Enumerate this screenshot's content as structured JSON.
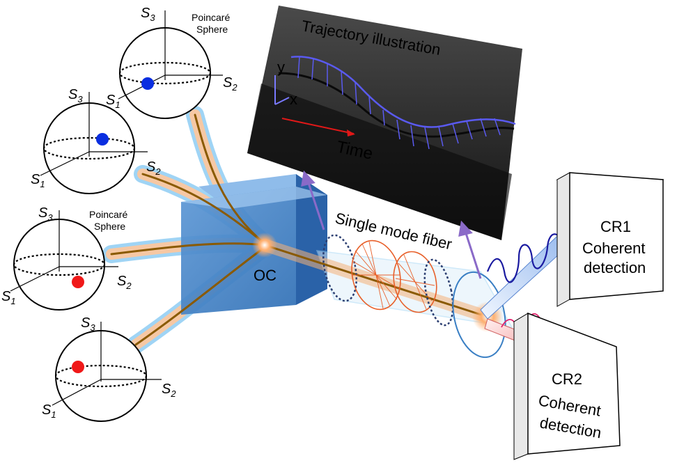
{
  "poincare_labels": [
    "Poincaré",
    "Sphere"
  ],
  "axis_labels": {
    "s": "S",
    "one": "1",
    "two": "2",
    "three": "3"
  },
  "coupler_label": "OC",
  "fiber_label": "Single mode fiber",
  "trajectory": {
    "title": "Trajectory illustration",
    "y_label": "y",
    "x_label": "x",
    "time_label": "Time"
  },
  "receivers": [
    {
      "name": "CR1",
      "color": "#1a1aff",
      "lines": [
        "Coherent",
        "detection"
      ]
    },
    {
      "name": "CR2",
      "color": "#ff1a1a",
      "lines": [
        "Coherent",
        "detection"
      ]
    }
  ],
  "colors": {
    "state_blue": "#0a2ee0",
    "state_red": "#f01818",
    "coupler": "#4a86c8",
    "fiber_core": "#8a5a00",
    "fiber_glow": "#f5b27a",
    "ellipse": "#e8602a",
    "panel": "#2a2a2a"
  }
}
